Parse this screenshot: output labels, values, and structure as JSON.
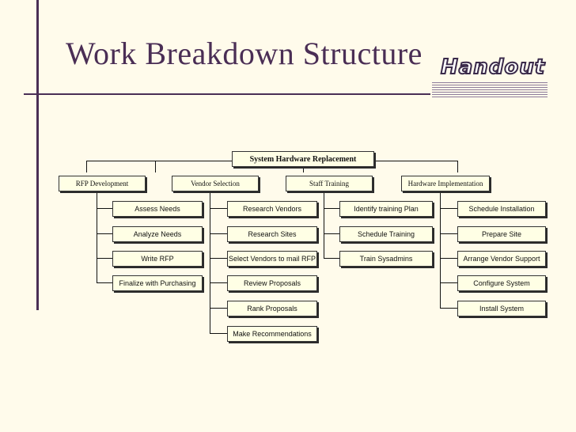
{
  "slide": {
    "title": "Work Breakdown Structure",
    "handout": "Handout"
  },
  "wbs": {
    "root": "System Hardware Replacement",
    "branches": [
      {
        "label": "RFP Development",
        "tasks": [
          "Assess Needs",
          "Analyze Needs",
          "Write RFP",
          "Finalize with Purchasing"
        ]
      },
      {
        "label": "Vendor Selection",
        "tasks": [
          "Research Vendors",
          "Research Sites",
          "Select Vendors to mail RFP",
          "Review Proposals",
          "Rank Proposals",
          "Make Recommendations"
        ]
      },
      {
        "label": "Staff Training",
        "tasks": [
          "Identify training Plan",
          "Schedule Training",
          "Train Sysadmins"
        ]
      },
      {
        "label": "Hardware Implementation",
        "tasks": [
          "Schedule Installation",
          "Prepare Site",
          "Arrange Vendor Support",
          "Configure System",
          "Install System"
        ]
      }
    ]
  }
}
